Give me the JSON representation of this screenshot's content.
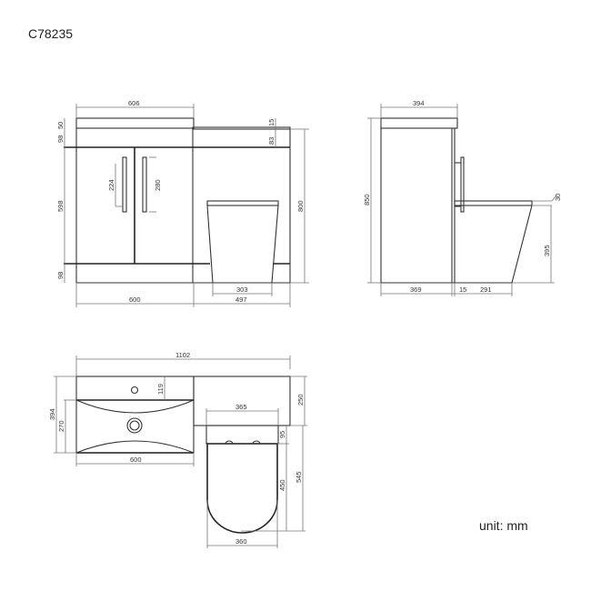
{
  "header": {
    "model_code": "C78235"
  },
  "footer": {
    "unit_label": "unit: mm"
  },
  "front_view": {
    "top_width": "606",
    "worktop_thickness": "50",
    "upper_rail": "98",
    "door_height": "598",
    "plinth": "98",
    "handle_left": "224",
    "handle_right": "280",
    "cistern_top": "15",
    "cistern_rail": "83",
    "total_height": "800",
    "pan_width": "303",
    "basin_unit_width": "600",
    "wc_unit_width": "497"
  },
  "side_view": {
    "depth": "394",
    "height": "850",
    "seat_thickness": "30",
    "pan_height": "395",
    "cabinet_depth": "369",
    "gap": "15",
    "pan_projection": "291"
  },
  "plan_view": {
    "total_width": "1102",
    "total_depth": "394",
    "basin_depth": "270",
    "tap_offset": "119",
    "basin_width": "600",
    "wc_top_depth": "250",
    "cistern_width": "365",
    "seat_offset": "95",
    "pan_length": "450",
    "wc_total_projection": "545",
    "pan_width": "360"
  }
}
